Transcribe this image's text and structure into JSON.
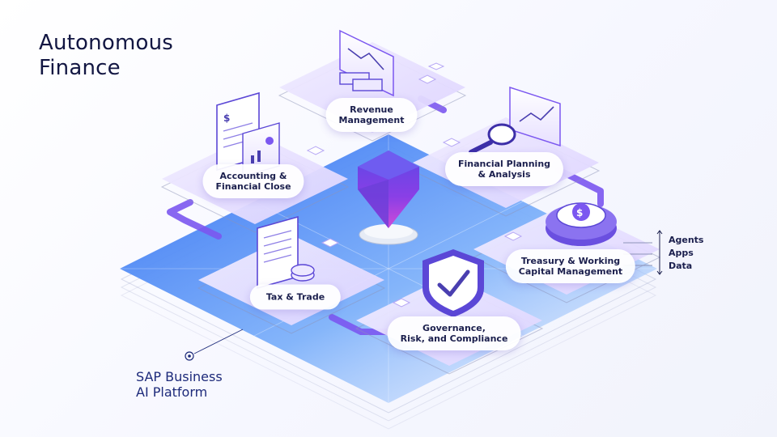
{
  "title": {
    "line1": "Autonomous",
    "line2": "Finance"
  },
  "platform": {
    "line1": "SAP Business",
    "line2": "AI Platform"
  },
  "modules": {
    "revenue": {
      "line1": "Revenue",
      "line2": "Management",
      "icon": "revenue-chart-cash-icon"
    },
    "fpa": {
      "line1": "Financial Planning",
      "line2": "& Analysis",
      "icon": "magnifier-chart-icon"
    },
    "accounting": {
      "line1": "Accounting &",
      "line2": "Financial Close",
      "icon": "invoice-document-icon"
    },
    "treasury": {
      "line1": "Treasury & Working",
      "line2": "Capital Management",
      "icon": "coin-cycle-icon"
    },
    "tax": {
      "line1": "Tax & Trade",
      "icon": "document-coins-icon"
    },
    "governance": {
      "line1": "Governance,",
      "line2": "Risk, and Compliance",
      "icon": "shield-check-icon"
    }
  },
  "layers": {
    "agents": "Agents",
    "apps": "Apps",
    "data": "Data"
  },
  "center": {
    "icon": "ai-gem-icon"
  },
  "colors": {
    "primary": "#7b57f0",
    "platform_blue": "#3a6cf0",
    "tile_lavender": "#e9e3ff",
    "text_dark": "#1b1f4d"
  }
}
